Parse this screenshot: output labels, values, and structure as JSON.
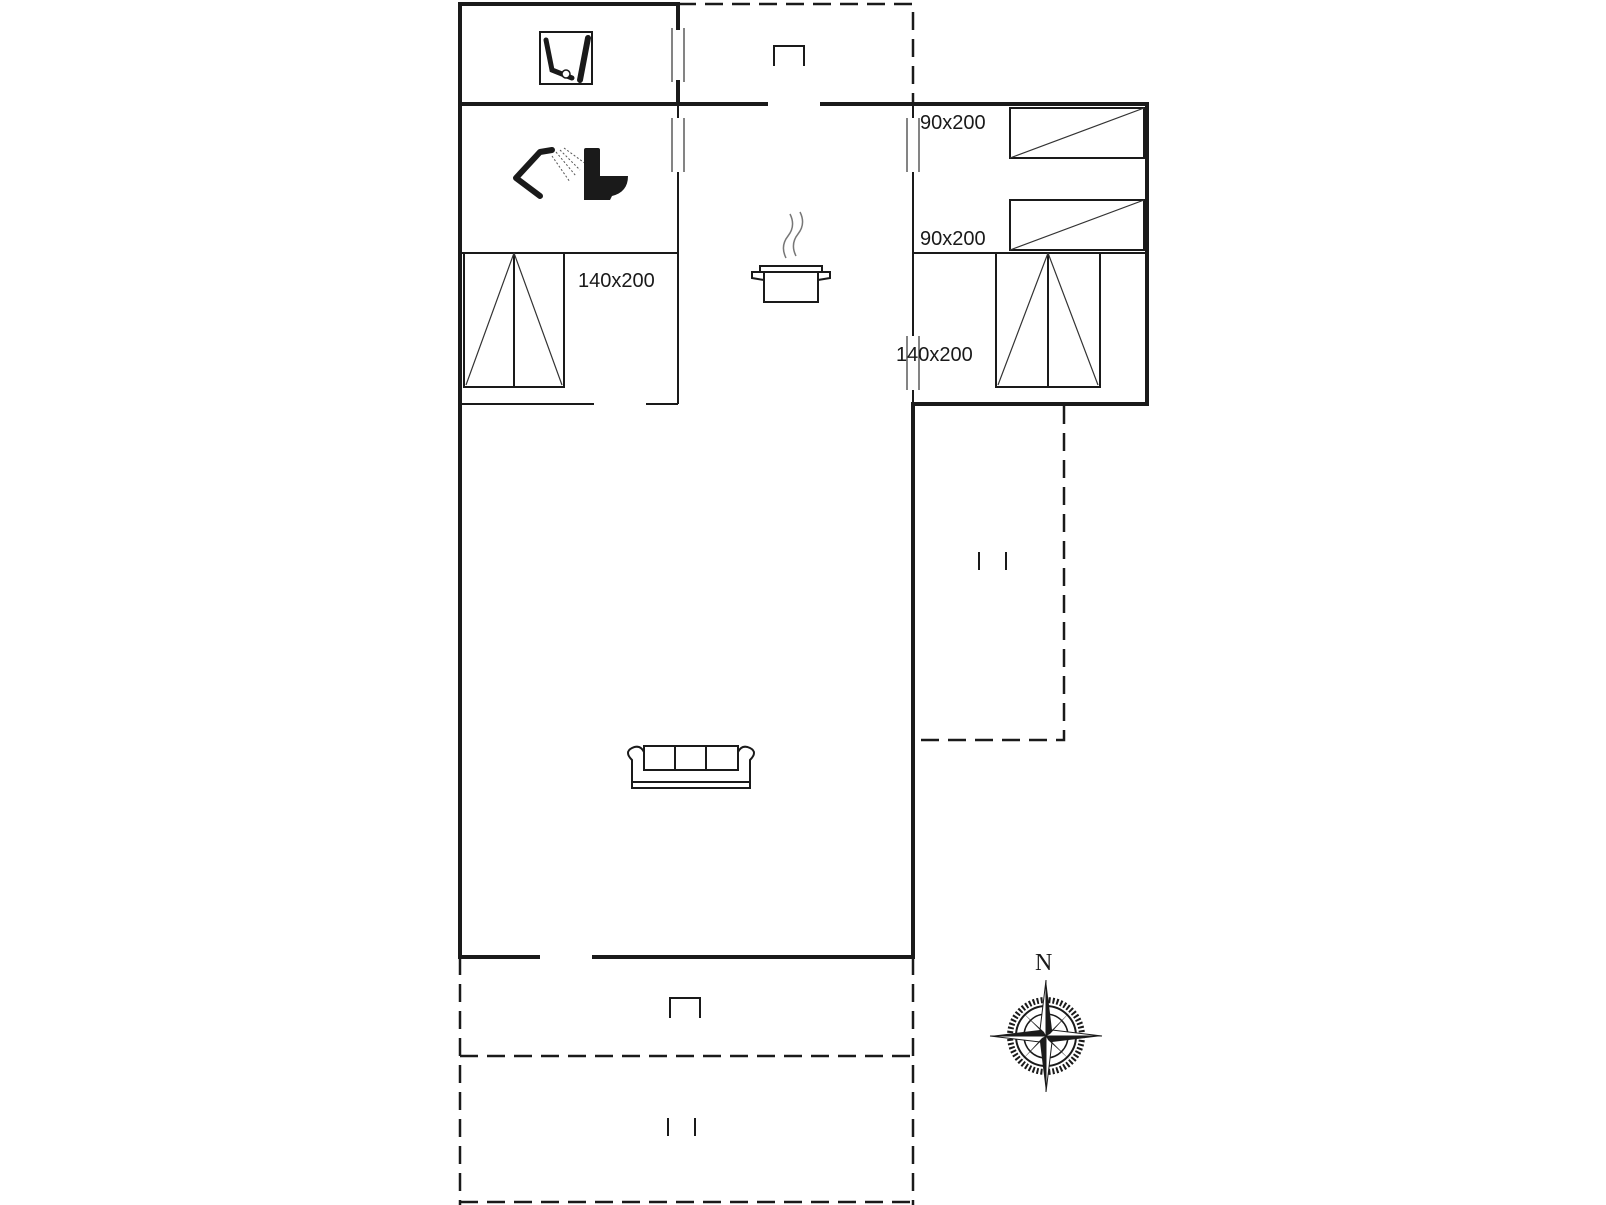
{
  "bed_labels": {
    "bed_double_left": "140x200",
    "bed_single_upper": "90x200",
    "bed_single_lower": "90x200",
    "bed_double_right": "140x200"
  },
  "compass": {
    "north": "N"
  },
  "icons": [
    "washing-machine-icon",
    "shower-icon",
    "toilet-icon",
    "cooking-pot-icon",
    "sofa-icon",
    "compass-rose-icon"
  ],
  "colors": {
    "line": "#1a1a1a",
    "background": "#ffffff"
  }
}
